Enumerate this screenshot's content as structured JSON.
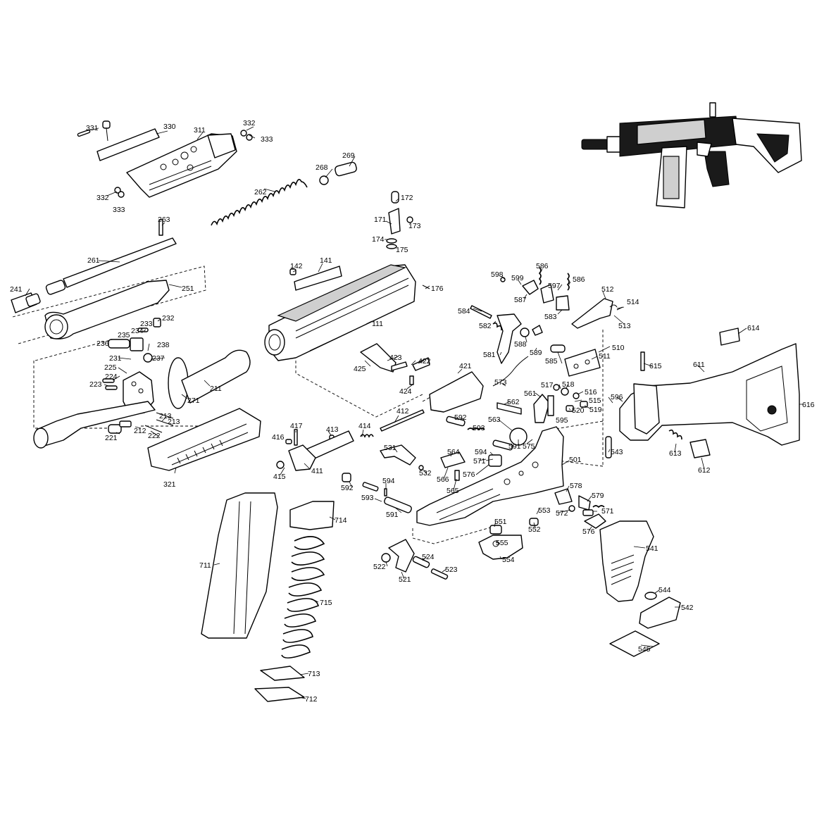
{
  "part_numbers": {
    "p331": "331",
    "p330": "330",
    "p311": "311",
    "p332a": "332",
    "p333a": "333",
    "p332b": "332",
    "p333b": "333",
    "p268": "268",
    "p269": "269",
    "p262": "262",
    "p263": "263",
    "p261": "261",
    "p241": "241",
    "p251": "251",
    "p172": "172",
    "p171": "171",
    "p173": "173",
    "p174": "174",
    "p175": "175",
    "p142": "142",
    "p141": "141",
    "p176": "176",
    "p111": "111",
    "p233": "233",
    "p232": "232",
    "p234": "234",
    "p235": "235",
    "p236": "236",
    "p238": "238",
    "p231": "231",
    "p237": "237",
    "p225": "225",
    "p224": "224",
    "p223": "223",
    "p211": "211",
    "p271": "271",
    "p213a": "213",
    "p213b": "213",
    "p222": "222",
    "p212": "212",
    "p221": "221",
    "p321": "321",
    "p423": "423",
    "p422": "422",
    "p425": "425",
    "p424": "424",
    "p421": "421",
    "p412": "412",
    "p417": "417",
    "p416": "416",
    "p413": "413",
    "p414": "414",
    "p415": "415",
    "p411": "411",
    "p598": "598",
    "p599": "599",
    "p586a": "586",
    "p597": "597",
    "p586b": "586",
    "p512": "512",
    "p587": "587",
    "p584": "584",
    "p583": "583",
    "p514": "514",
    "p582": "582",
    "p588": "588",
    "p513": "513",
    "p589": "589",
    "p510": "510",
    "p581": "581",
    "p585": "585",
    "p511": "511",
    "p573": "573",
    "p517": "517",
    "p518": "518",
    "p516": "516",
    "p515": "515",
    "p561": "561",
    "p562": "562",
    "p520": "520",
    "p519": "519",
    "p596": "596",
    "p592a": "592",
    "p563": "563",
    "p595": "595",
    "p593a": "593",
    "p591a": "591",
    "p575": "575",
    "p594a": "594",
    "p543": "543",
    "p531": "531",
    "p564": "564",
    "p571a": "571",
    "p501": "501",
    "p532": "532",
    "p566": "566",
    "p576a": "576",
    "p594b": "594",
    "p592b": "592",
    "p565": "565",
    "p578": "578",
    "p593b": "593",
    "p579": "579",
    "p553": "553",
    "p572": "572",
    "p571b": "571",
    "p591b": "591",
    "p551": "551",
    "p552": "552",
    "p576b": "576",
    "p555": "555",
    "p554": "554",
    "p541": "541",
    "p524": "524",
    "p522": "522",
    "p523": "523",
    "p521": "521",
    "p544": "544",
    "p542": "542",
    "p545": "545",
    "p614": "614",
    "p615": "615",
    "p611": "611",
    "p616": "616",
    "p613": "613",
    "p612": "612",
    "p714": "714",
    "p711": "711",
    "p715": "715",
    "p713": "713",
    "p712": "712"
  }
}
